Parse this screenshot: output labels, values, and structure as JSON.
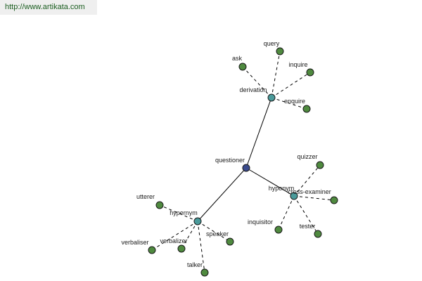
{
  "header": {
    "url": "http://www.artikata.com"
  },
  "colors": {
    "center": "#3a4a8c",
    "relation": "#4a9a9a",
    "term": "#4f8a3f"
  },
  "graph": {
    "nodes": [
      {
        "id": "questioner",
        "label": "questioner",
        "kind": "center"
      },
      {
        "id": "derivation",
        "label": "derivation",
        "kind": "relation"
      },
      {
        "id": "hyponym",
        "label": "hyponym",
        "kind": "relation"
      },
      {
        "id": "hypernym",
        "label": "hypernym",
        "kind": "relation"
      },
      {
        "id": "query",
        "label": "query",
        "kind": "term"
      },
      {
        "id": "ask",
        "label": "ask",
        "kind": "term"
      },
      {
        "id": "inquire",
        "label": "inquire",
        "kind": "term"
      },
      {
        "id": "enquire",
        "label": "enquire",
        "kind": "term"
      },
      {
        "id": "quizzer",
        "label": "quizzer",
        "kind": "term"
      },
      {
        "id": "cross-examiner",
        "label": "cross-examiner",
        "kind": "term"
      },
      {
        "id": "inquisitor",
        "label": "inquisitor",
        "kind": "term"
      },
      {
        "id": "tester",
        "label": "tester",
        "kind": "term"
      },
      {
        "id": "utterer",
        "label": "utterer",
        "kind": "term"
      },
      {
        "id": "verbaliser",
        "label": "verbaliser",
        "kind": "term"
      },
      {
        "id": "verbalizer",
        "label": "verbalizer",
        "kind": "term"
      },
      {
        "id": "speaker",
        "label": "speaker",
        "kind": "term"
      },
      {
        "id": "talker",
        "label": "talker",
        "kind": "term"
      }
    ],
    "edges": [
      {
        "from": "questioner",
        "to": "derivation",
        "style": "solid"
      },
      {
        "from": "questioner",
        "to": "hyponym",
        "style": "solid"
      },
      {
        "from": "questioner",
        "to": "hypernym",
        "style": "solid"
      },
      {
        "from": "derivation",
        "to": "query",
        "style": "dashed"
      },
      {
        "from": "derivation",
        "to": "ask",
        "style": "dashed"
      },
      {
        "from": "derivation",
        "to": "inquire",
        "style": "dashed"
      },
      {
        "from": "derivation",
        "to": "enquire",
        "style": "dashed"
      },
      {
        "from": "hyponym",
        "to": "quizzer",
        "style": "dashed"
      },
      {
        "from": "hyponym",
        "to": "cross-examiner",
        "style": "dashed"
      },
      {
        "from": "hyponym",
        "to": "inquisitor",
        "style": "dashed"
      },
      {
        "from": "hyponym",
        "to": "tester",
        "style": "dashed"
      },
      {
        "from": "hypernym",
        "to": "utterer",
        "style": "dashed"
      },
      {
        "from": "hypernym",
        "to": "verbaliser",
        "style": "dashed"
      },
      {
        "from": "hypernym",
        "to": "verbalizer",
        "style": "dashed"
      },
      {
        "from": "hypernym",
        "to": "speaker",
        "style": "dashed"
      },
      {
        "from": "hypernym",
        "to": "talker",
        "style": "dashed"
      }
    ]
  }
}
